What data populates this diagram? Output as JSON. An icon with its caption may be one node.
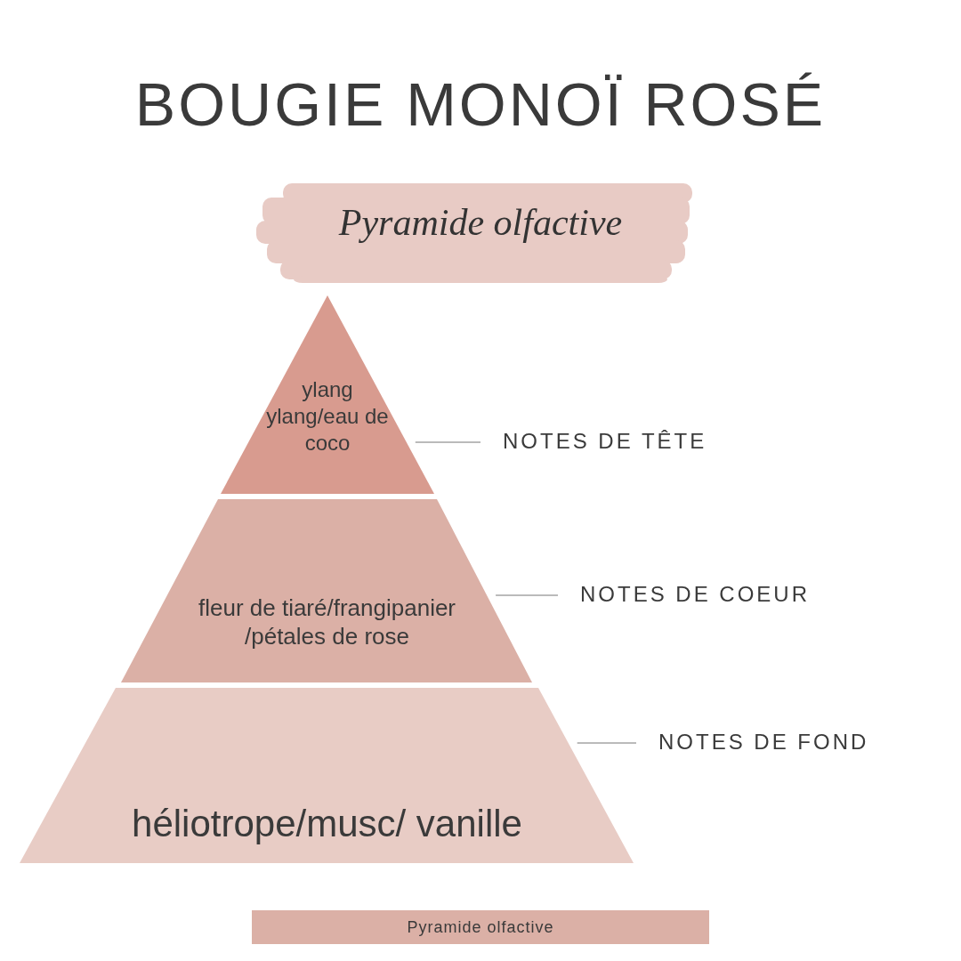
{
  "diagram": {
    "title": "BOUGIE MONOÏ ROSÉ",
    "caption": "Pyramide olfactive",
    "nodes": [
      {
        "text": [
          "ylang ylang/eau de coco"
        ]
      },
      {
        "text": [
          "fleur de tiaré/frangipanier /pétales de rose"
        ]
      },
      {
        "text": [
          "héliotrope/musc/ vanille"
        ]
      },
      {
        "text": [
          "NOTES DE TÊTE"
        ]
      },
      {
        "text": [
          "NOTES DE COEUR"
        ]
      },
      {
        "text": [
          "NOTES DE FOND"
        ]
      }
    ],
    "edges": [
      {
        "from": 3,
        "to": 0,
        "arrow": "none"
      },
      {
        "from": 4,
        "to": 1,
        "arrow": "none"
      },
      {
        "from": 5,
        "to": 2,
        "arrow": "none"
      }
    ],
    "labels": [
      "Pyramide olfactive"
    ]
  }
}
